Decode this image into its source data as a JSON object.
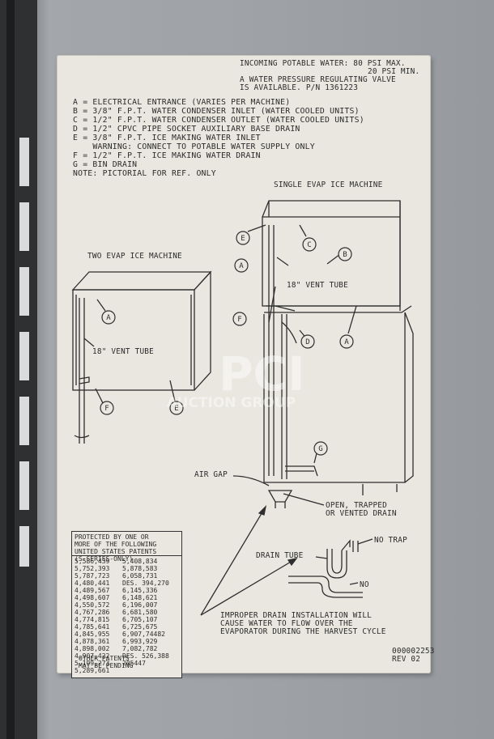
{
  "water_info": {
    "line1": "INCOMING POTABLE WATER: 80 PSI MAX.",
    "line2": "20 PSI MIN.",
    "line3": "A WATER PRESSURE REGULATING VALVE",
    "line4": "IS AVAILABLE. P/N 1361223"
  },
  "legend": [
    "A = ELECTRICAL ENTRANCE (VARIES PER MACHINE)",
    "B = 3/8\" F.P.T. WATER CONDENSER INLET (WATER COOLED UNITS)",
    "C = 1/2\" F.P.T. WATER CONDENSER OUTLET (WATER COOLED UNITS)",
    "D = 1/2\" CPVC PIPE SOCKET AUXILIARY BASE DRAIN",
    "E = 3/8\" F.P.T. ICE MAKING WATER INLET",
    "    WARNING: CONNECT TO POTABLE WATER SUPPLY ONLY",
    "F = 1/2\" F.P.T. ICE MAKING WATER DRAIN",
    "G = BIN DRAIN",
    "NOTE: PICTORIAL FOR REF. ONLY"
  ],
  "two_evap": {
    "title": "TWO EVAP ICE MACHINE",
    "vent": "18\" VENT TUBE"
  },
  "single_evap": {
    "title": "SINGLE EVAP ICE MACHINE",
    "vent": "18\" VENT TUBE"
  },
  "callouts": [
    "A",
    "B",
    "C",
    "D",
    "E",
    "F",
    "G"
  ],
  "air_gap": "AIR GAP",
  "open_trapped": [
    "OPEN, TRAPPED",
    "OR VENTED DRAIN"
  ],
  "drain_tube": "DRAIN TUBE",
  "no_trap": "NO TRAP",
  "no": "NO",
  "improper": [
    "IMPROPER DRAIN INSTALLATION WILL",
    "CAUSE WATER TO FLOW OVER THE",
    "EVAPORATOR DURING THE HARVEST CYCLE"
  ],
  "patents": {
    "header": [
      "PROTECTED BY ONE OR",
      "MORE OF THE FOLLOWING",
      "UNITED STATES PATENTS",
      "(S-SERIES-ONLY)"
    ],
    "left": [
      "5,586,439",
      "5,752,393",
      "5,787,723",
      "4,480,441",
      "4,489,567",
      "4,498,607",
      "4,550,572",
      "4,767,286",
      "4,774,815",
      "4,785,641",
      "4,845,955",
      "4,878,361",
      "4,898,002",
      "4,907,422",
      "5,199,273",
      "5,289,661"
    ],
    "right": [
      "5,408,834",
      "5,878,583",
      "6,058,731",
      "DES. 394,270",
      "6,145,336",
      "6,148,621",
      "6,196,007",
      "6,681,580",
      "6,705,107",
      "6,725,675",
      "6,907,74482",
      "6,993,929",
      "7,082,782",
      "DES. 526,388",
      "205447"
    ],
    "footer": [
      "OTHER PATENTS",
      "MAY BE PENDING"
    ]
  },
  "doc_number": "000002253",
  "revision": "REV 02",
  "watermark": {
    "top": "PCI",
    "bottom": "AUCTION GROUP"
  }
}
